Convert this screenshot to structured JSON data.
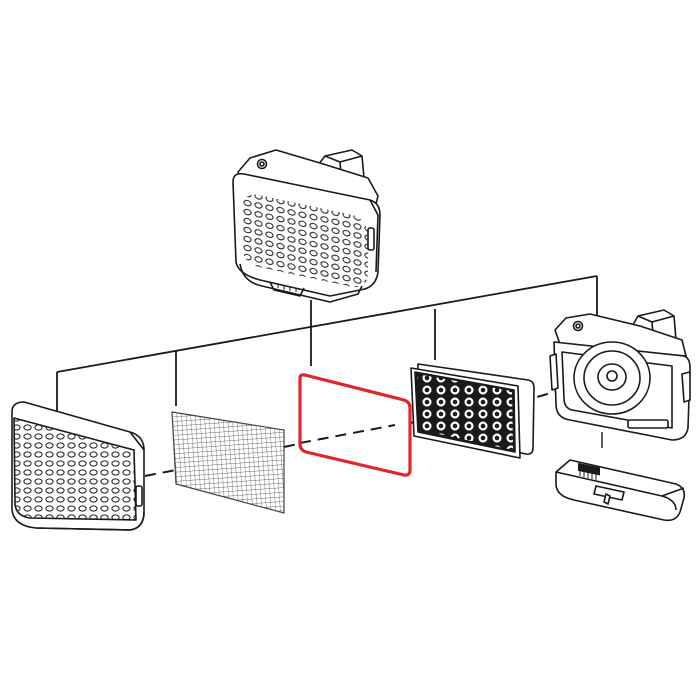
{
  "diagram": {
    "kind": "exploded-assembly",
    "background": "#ffffff",
    "line_color": "#1a1a1a",
    "highlight_color": "#e0262b",
    "components": [
      {
        "id": "assembled-unit",
        "icon": "blower-unit-icon"
      },
      {
        "id": "cover",
        "icon": "perforated-cover-icon"
      },
      {
        "id": "mesh-prefilter",
        "icon": "mesh-prefilter-icon"
      },
      {
        "id": "gasket",
        "icon": "gasket-frame-icon",
        "highlighted": true
      },
      {
        "id": "filter-cartridge",
        "icon": "filter-cartridge-icon"
      },
      {
        "id": "blower-housing",
        "icon": "blower-housing-icon"
      },
      {
        "id": "battery",
        "icon": "battery-icon"
      }
    ]
  }
}
